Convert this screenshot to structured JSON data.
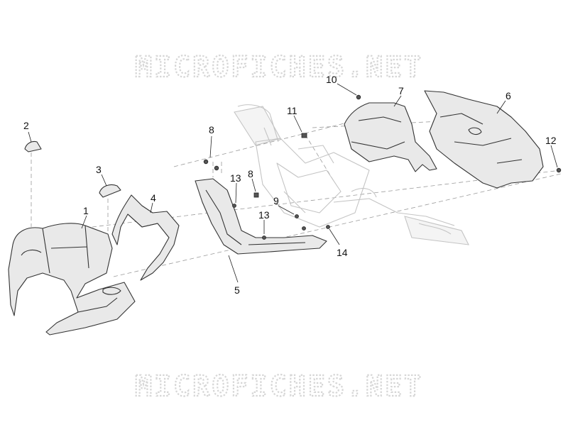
{
  "watermark": {
    "top": "MICROFICHES.NET",
    "bottom": "MICROFICHES.NET"
  },
  "callouts": {
    "c1": "1",
    "c2": "2",
    "c3": "3",
    "c4": "4",
    "c5": "5",
    "c6": "6",
    "c7": "7",
    "c8a": "8",
    "c8b": "8",
    "c9": "9",
    "c10": "10",
    "c11": "11",
    "c12": "12",
    "c13a": "13",
    "c13b": "13",
    "c14": "14"
  },
  "colors": {
    "line": "#333333",
    "ghost": "#c4c4c4",
    "watermark": "#d6d6d6"
  }
}
